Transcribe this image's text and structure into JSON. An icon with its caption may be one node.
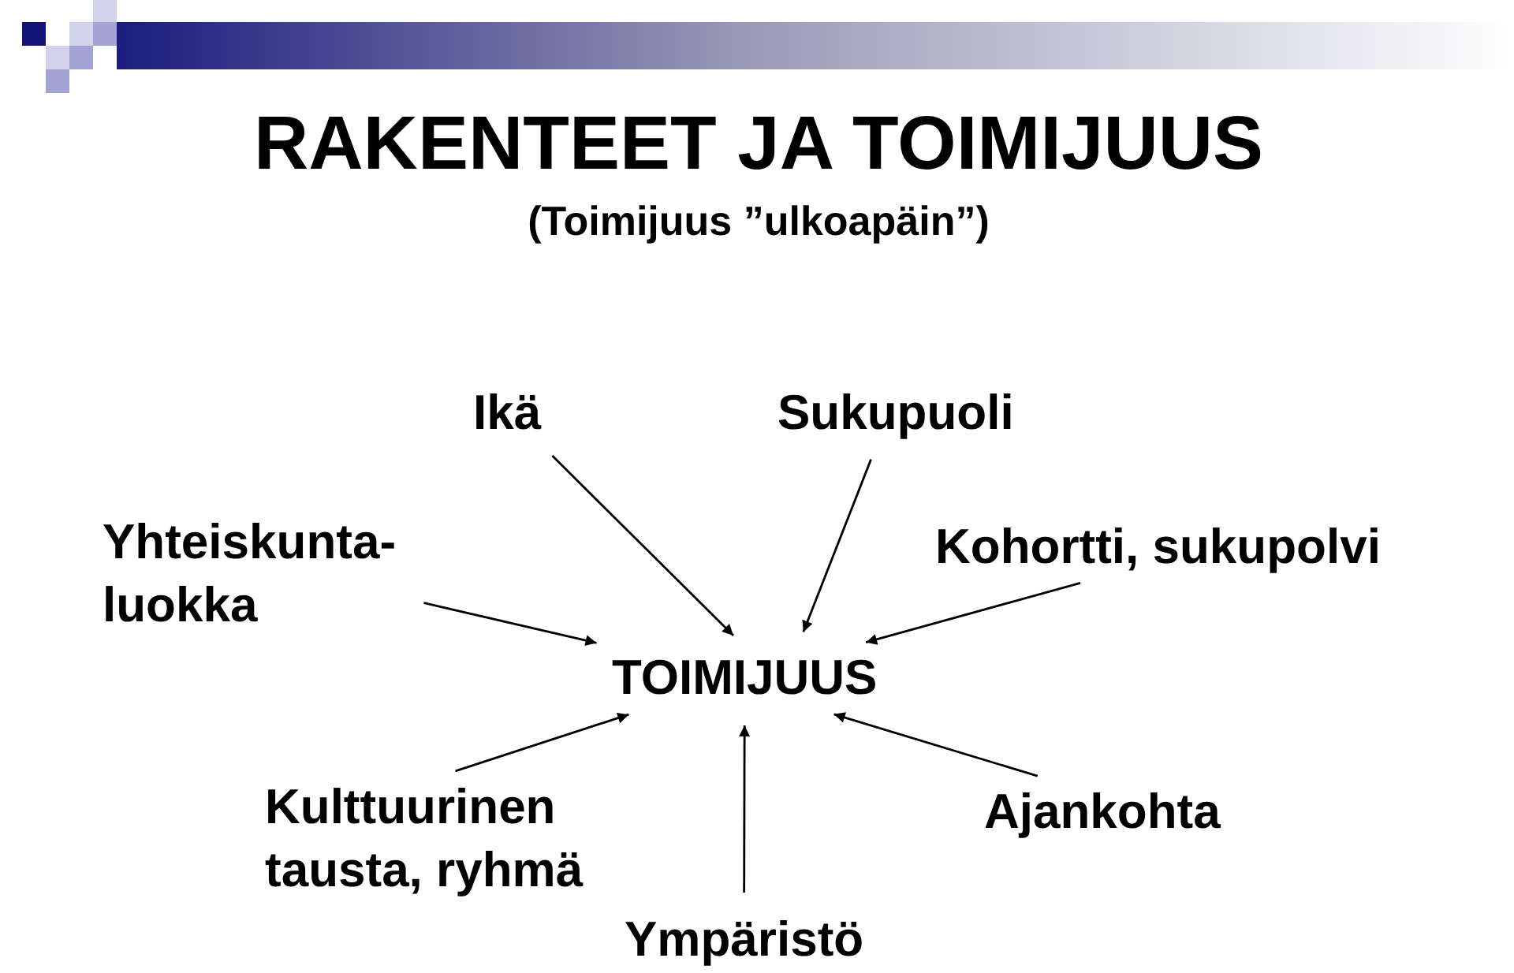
{
  "diagram": {
    "title": "RAKENTEET JA TOIMIJUUS",
    "nodes": [
      {
        "text": [
          "Ikä"
        ]
      },
      {
        "text": [
          "Sukupuoli"
        ]
      },
      {
        "text": [
          "Yhteiskunta- luokka"
        ]
      },
      {
        "text": [
          "Kohortti, sukupolvi"
        ]
      },
      {
        "text": [
          "TOIMIJUUS"
        ]
      },
      {
        "text": [
          "Kulttuurinen tausta, ryhmä"
        ]
      },
      {
        "text": [
          "Ajankohta"
        ]
      },
      {
        "text": [
          "Ympäristö"
        ]
      }
    ],
    "edges": [
      {
        "from": 0,
        "to": 4,
        "arrow": "to"
      },
      {
        "from": 1,
        "to": 4,
        "arrow": "to"
      },
      {
        "from": 2,
        "to": 4,
        "arrow": "to"
      },
      {
        "from": 3,
        "to": 4,
        "arrow": "to"
      },
      {
        "from": 5,
        "to": 4,
        "arrow": "to"
      },
      {
        "from": 7,
        "to": 4,
        "arrow": "to"
      },
      {
        "from": 6,
        "to": 4,
        "arrow": "to"
      }
    ],
    "labels": [
      "(Toimijuus ”ulkoapäin”)"
    ]
  }
}
